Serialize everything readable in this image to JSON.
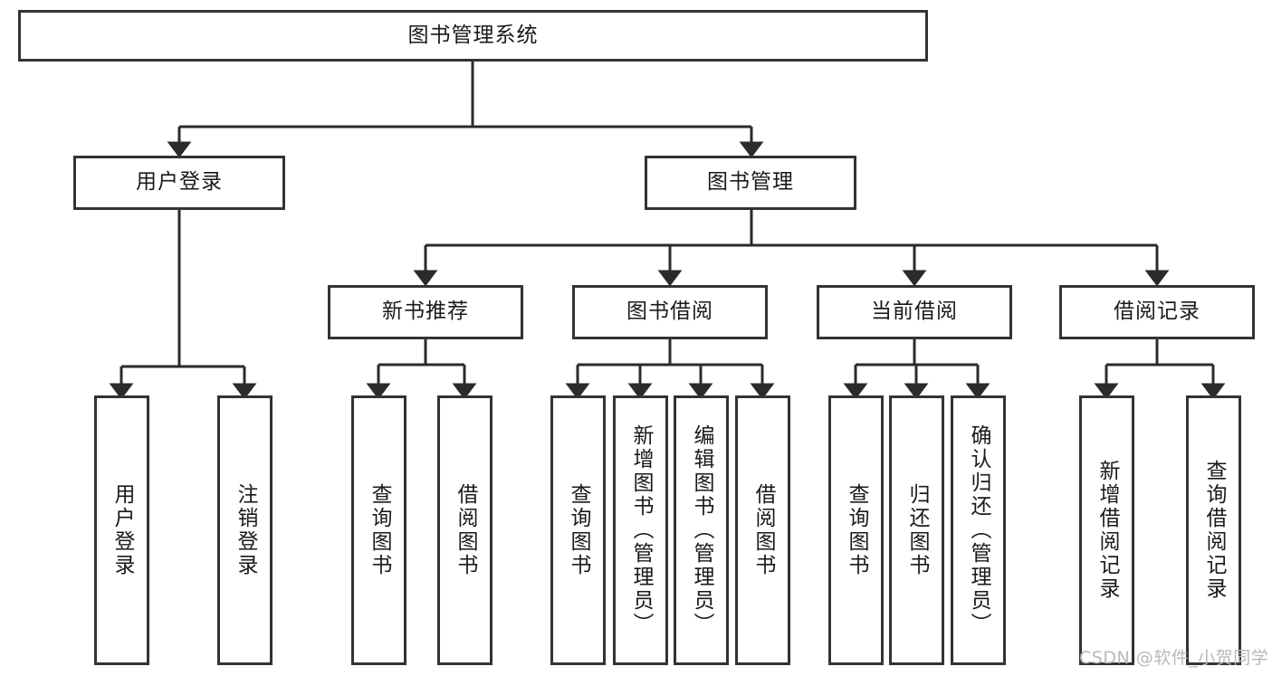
{
  "diagram": {
    "title": "图书管理系统",
    "watermark": "CSDN @软件_小贺同学",
    "style": {
      "border_color": "#333333",
      "background": "#ffffff",
      "text_color": "#1a1a1a",
      "watermark_color": "#b9b9b9"
    },
    "root": {
      "label": "图书管理系统"
    },
    "level2": [
      {
        "label": "用户登录"
      },
      {
        "label": "图书管理"
      }
    ],
    "level3": [
      {
        "label": "新书推荐"
      },
      {
        "label": "图书借阅"
      },
      {
        "label": "当前借阅"
      },
      {
        "label": "借阅记录"
      }
    ],
    "leaves": {
      "user_login": [
        {
          "label": "用户登录"
        },
        {
          "label": "注销登录"
        }
      ],
      "new_book_recommend": [
        {
          "label": "查询图书"
        },
        {
          "label": "借阅图书"
        }
      ],
      "book_borrow": [
        {
          "label": "查询图书"
        },
        {
          "label": "新增图书（管理员）"
        },
        {
          "label": "编辑图书（管理员）"
        },
        {
          "label": "借阅图书"
        }
      ],
      "current_borrow": [
        {
          "label": "查询图书"
        },
        {
          "label": "归还图书"
        },
        {
          "label": "确认归还（管理员）"
        }
      ],
      "borrow_record": [
        {
          "label": "新增借阅记录"
        },
        {
          "label": "查询借阅记录"
        }
      ]
    }
  }
}
